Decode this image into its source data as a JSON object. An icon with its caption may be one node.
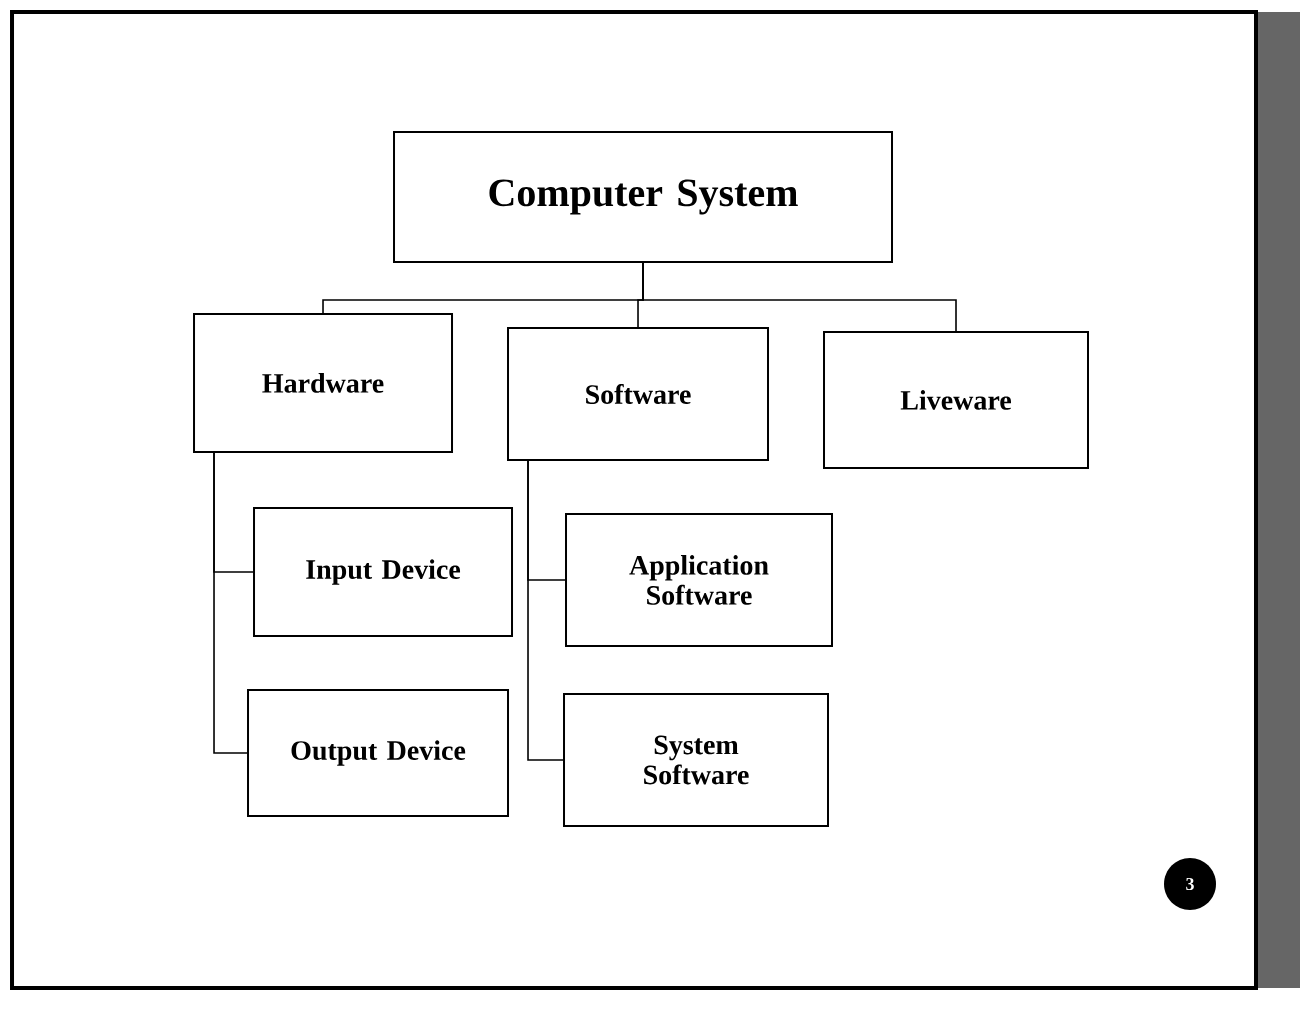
{
  "diagram": {
    "nodes": [
      {
        "text": [
          "Computer System"
        ]
      },
      {
        "text": [
          "Hardware"
        ]
      },
      {
        "text": [
          "Software"
        ]
      },
      {
        "text": [
          "Liveware"
        ]
      },
      {
        "text": [
          "Input Device"
        ]
      },
      {
        "text": [
          "Output Device"
        ]
      },
      {
        "text": [
          "Application Software"
        ]
      },
      {
        "text": [
          "System Software"
        ]
      }
    ],
    "edges": [
      {
        "from": 0,
        "to": 1,
        "arrow": "none"
      },
      {
        "from": 0,
        "to": 2,
        "arrow": "none"
      },
      {
        "from": 0,
        "to": 3,
        "arrow": "none"
      },
      {
        "from": 1,
        "to": 4,
        "arrow": "none"
      },
      {
        "from": 1,
        "to": 5,
        "arrow": "none"
      },
      {
        "from": 2,
        "to": 6,
        "arrow": "none"
      },
      {
        "from": 2,
        "to": 7,
        "arrow": "none"
      }
    ],
    "labels": [
      "3"
    ]
  }
}
